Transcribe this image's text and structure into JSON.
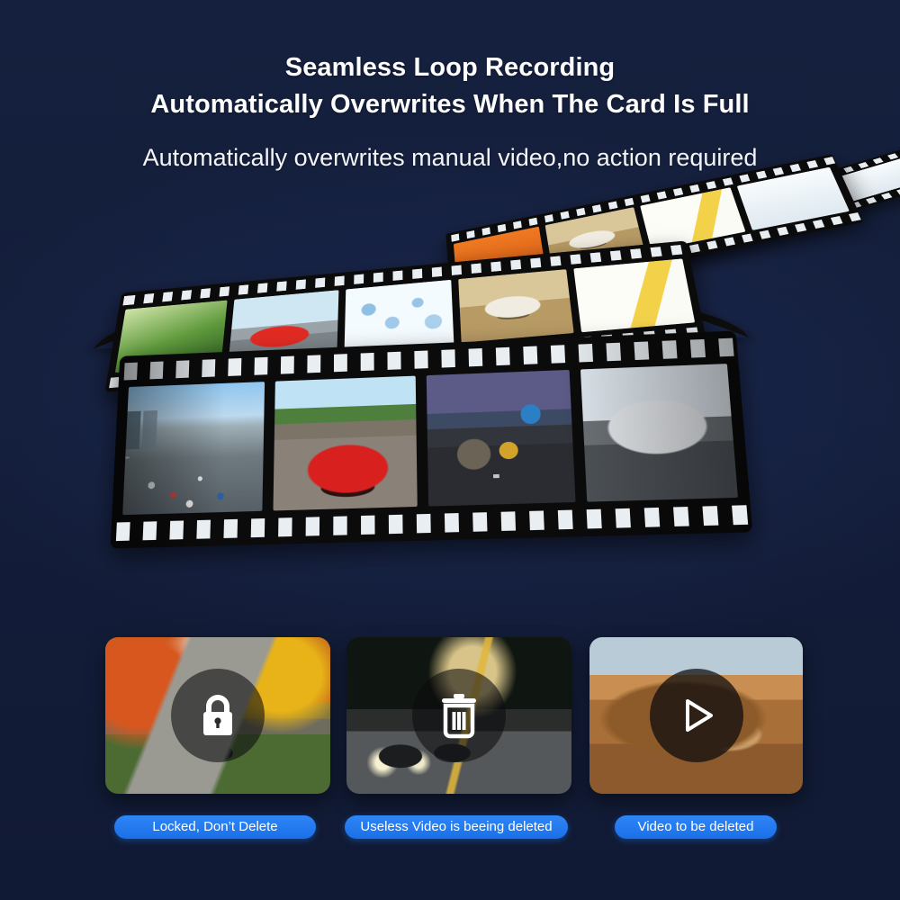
{
  "theme": {
    "background": "#141f3d",
    "text": "#ffffff",
    "pill_blue": "#1a6fe8",
    "film_black": "#0b0b0b"
  },
  "header": {
    "title_line_1": "Seamless Loop Recording",
    "title_line_2": "Automatically Overwrites When The Card Is Full",
    "subtitle": "Automatically overwrites manual video,no action required"
  },
  "filmstrip": {
    "description": "Curved 3D film reel spiralling from upper right to lower left",
    "strips": [
      {
        "id": "strip-far",
        "frames": [
          "pale-sky",
          "white-blank"
        ]
      },
      {
        "id": "strip-mid",
        "frames": [
          "orange-block",
          "sand-van",
          "yellow-wisp",
          "white-blank"
        ]
      },
      {
        "id": "strip-upper",
        "frames": [
          "green-trees",
          "red-sports-car",
          "blue-doodle",
          "sand-van",
          "yellow-wisp"
        ]
      },
      {
        "id": "strip-main",
        "frames": [
          "city-traffic",
          "red-sports-car-road",
          "dusk-highway",
          "silver-car"
        ]
      }
    ]
  },
  "cards": [
    {
      "name": "locked-video-card",
      "scene": "autumn-road-with-car",
      "icon": "lock-icon",
      "caption": "Locked, Don’t  Delete"
    },
    {
      "name": "deleting-video-card",
      "scene": "night-road-with-cars",
      "icon": "trash-icon",
      "caption": "Useless Video is beeing deleted"
    },
    {
      "name": "pending-delete-card",
      "scene": "desert-suv",
      "icon": "play-icon",
      "caption": "Video to be deleted"
    }
  ]
}
